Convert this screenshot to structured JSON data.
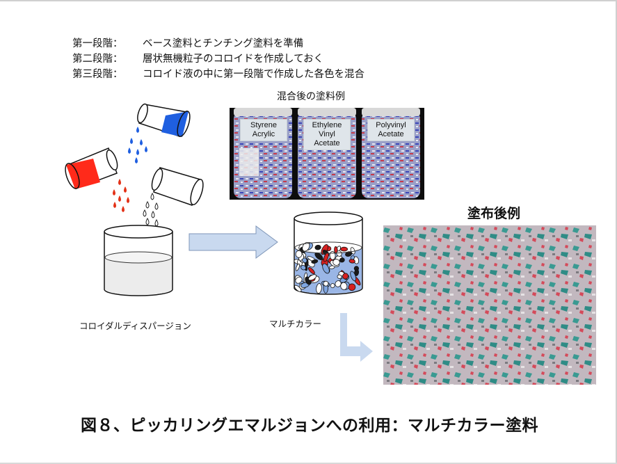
{
  "steps": [
    {
      "label": "第一段階：",
      "text": "ベース塗料とチンチング塗料を準備"
    },
    {
      "label": "第二段階：",
      "text": "層状無機粒子のコロイドを作成しておく"
    },
    {
      "label": "第三段階：",
      "text": "コロイド液の中に第一段階で作成した各色を混合"
    }
  ],
  "photo": {
    "title": "混合後の塗料例",
    "jars": [
      {
        "label": "Styrene\nAcrylic"
      },
      {
        "label": "Ethylene\nVinyl\nAcetate"
      },
      {
        "label": "Polyvinyl\nAcetate"
      }
    ]
  },
  "result": {
    "title": "塗布後例"
  },
  "labels": {
    "colloid": "コロイダルディスパージョン",
    "multicolor": "マルチカラー"
  },
  "caption": "図８、ピッカリングエマルジョンへの利用：マルチカラー塗料",
  "colors": {
    "blue_paint": "#1f5fe0",
    "red_paint": "#ff2a1a",
    "arrow_fill": "#c9d9ef",
    "result_teal": "#3a9a92",
    "result_red": "#d44a5a"
  }
}
